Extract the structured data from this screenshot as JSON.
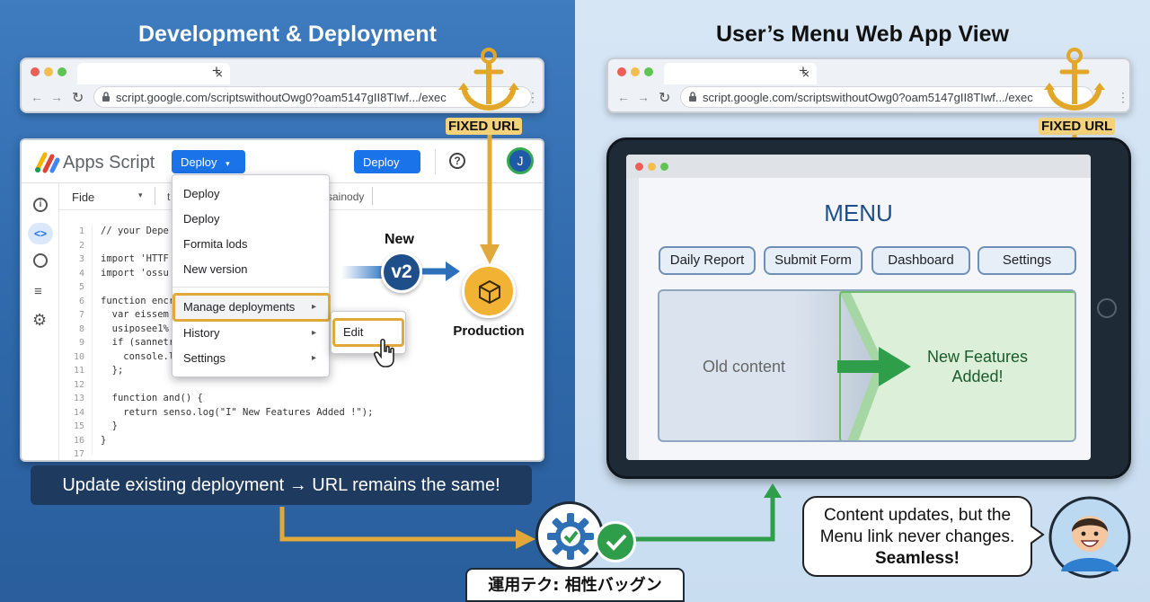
{
  "left": {
    "heading": "Development & Deployment",
    "browser": {
      "tab_close": "×",
      "tab_new": "+",
      "url": "script.google.com/scriptswithoutOwg0?oam5147gII8TIwf.../exec",
      "back": "←",
      "forward": "→",
      "reload": "↻",
      "more": "⋮"
    },
    "fixed_url_label": "FIXED URL",
    "editor": {
      "app_name": "Apps Script",
      "deploy_button": "Deploy",
      "deploy_button_right": "Deploy",
      "help": "?",
      "more": "⋮",
      "avatar": "J",
      "file_label": "Fide",
      "tab_stub": "t",
      "tab_right": "sainody",
      "line_numbers": [
        "1",
        "2",
        "3",
        "4",
        "5",
        "6",
        "7",
        "8",
        "9",
        "10",
        "11",
        "12",
        "13",
        "14",
        "15",
        "16",
        "17"
      ],
      "code_lines": [
        "// your Depe",
        "",
        "import 'HTTF",
        "import 'ossu",
        "",
        "function encr",
        "  var eissem",
        "  usiposee1%",
        "  if (sannetr",
        "    console.l",
        "  };",
        "",
        "  function and() {",
        "    return senso.log(\"I\" New Features Added !\");",
        "  }",
        "}",
        ""
      ],
      "dropdown": {
        "items": [
          "Deploy",
          "Deploy",
          "Formita lods",
          "New version",
          "Manage deployments",
          "History",
          "Settings"
        ],
        "submenu_arrow": "▸"
      },
      "submenu_item": "Edit"
    },
    "new_label": "New",
    "version_badge": "v2",
    "production_label": "Production",
    "banner": "Update existing deployment → URL remains the same!"
  },
  "right": {
    "heading": "User’s Menu Web App View",
    "browser": {
      "tab_close": "×",
      "tab_new": "+",
      "url": "script.google.com/scriptswithoutOwg0?oam5147gII8TIwf.../exec",
      "back": "←",
      "forward": "→",
      "reload": "↻",
      "more": "⋮"
    },
    "fixed_url_label": "FIXED URL",
    "app": {
      "title": "MENU",
      "buttons": [
        "Daily Report",
        "Submit Form",
        "Dashboard",
        "Settings"
      ],
      "old_content": "Old content",
      "new_content_line1": "New Features",
      "new_content_line2": "Added!"
    },
    "bubble": {
      "line1": "Content updates, but the",
      "line2": "Menu link never changes.",
      "line3": "Seamless!"
    }
  },
  "footer_label": "運用テク: 相性バッグン",
  "colors": {
    "left_bg": "#2e67a8",
    "right_bg": "#d0e2f3",
    "accent_gold": "#e0a93a",
    "deploy_blue": "#1a73e8",
    "badge_navy": "#1f4f8a",
    "success_green": "#2f9e4a"
  }
}
